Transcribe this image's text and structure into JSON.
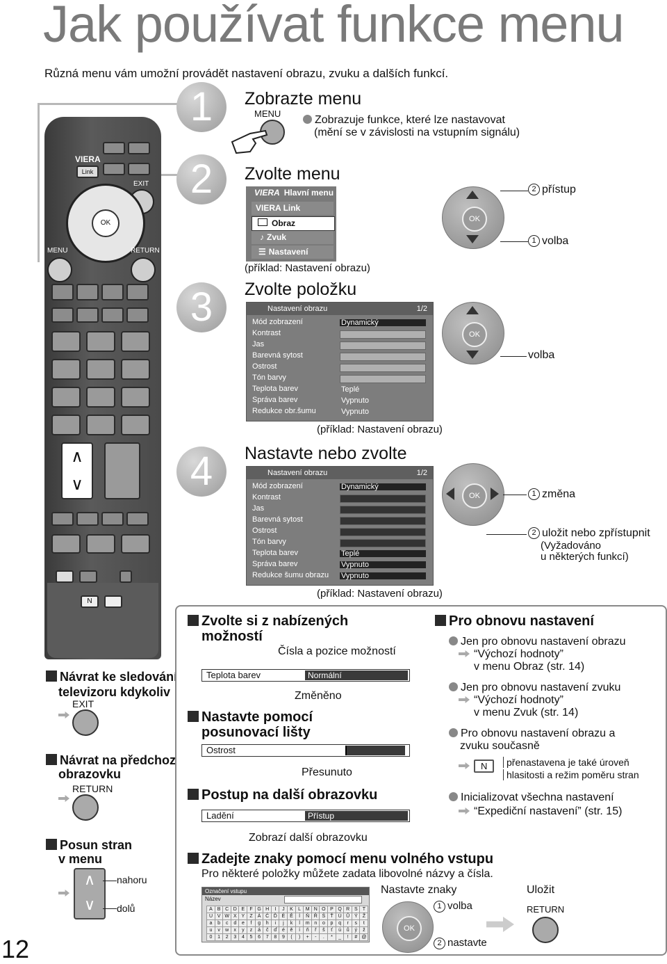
{
  "page_title": "Jak používat funkce menu",
  "intro": "Různá menu vám umožní provádět nastavení obrazu, zvuku a dalších funkcí.",
  "page_number": "12",
  "remote": {
    "brand": "VIERA",
    "link": "Link",
    "exit": "EXIT",
    "ok": "OK",
    "menu": "MENU",
    "return": "RETURN",
    "up": "∧",
    "down": "∨",
    "n": "N"
  },
  "steps": [
    {
      "num": "1",
      "title": "Zobrazte menu",
      "button": "MENU",
      "note_l1": "Zobrazuje funkce, které lze nastavovat",
      "note_l2": "(mění se v závislosti na vstupním signálu)"
    },
    {
      "num": "2",
      "title": "Zvolte menu"
    },
    {
      "num": "3",
      "title": "Zvolte položku"
    },
    {
      "num": "4",
      "title": "Nastavte nebo zvolte"
    }
  ],
  "main_menu": {
    "header": "Hlavní menu",
    "items": [
      "VIERA Link",
      "Obraz",
      "Zvuk",
      "Nastavení"
    ]
  },
  "example_caption": "(příklad: Nastavení obrazu)",
  "step2_labels": {
    "access": "přístup",
    "select": "volba",
    "n1": "1",
    "n2": "2"
  },
  "step3_label": "volba",
  "step4_labels": {
    "change": "změna",
    "save_l1": "uložit nebo zpřístupnit",
    "save_l2": "(Vyžadováno",
    "save_l3": "u některých funkcí)"
  },
  "picture_menu": {
    "header": "Nastavení obrazu",
    "page": "1/2",
    "rows3": [
      "Mód zobrazení",
      "Kontrast",
      "Jas",
      "Barevná sytost",
      "Ostrost",
      "Tón barvy",
      "Teplota barev",
      "Správa barev",
      "Redukce obr.šumu"
    ],
    "rows4": [
      "Mód zobrazení",
      "Kontrast",
      "Jas",
      "Barevná sytost",
      "Ostrost",
      "Tón barvy",
      "Teplota barev",
      "Správa barev",
      "Redukce šumu obrazu"
    ],
    "mode_value": "Dynamický",
    "temp_value": "Teplé",
    "mgmt_value": "Vypnuto",
    "noise_value": "Vypnuto"
  },
  "side": {
    "return_tv_l1": "Návrat ke sledování",
    "return_tv_l2": "televizoru kdykoliv",
    "exit": "EXIT",
    "prev_l1": "Návrat na předchozí",
    "prev_l2": "obrazovku",
    "return": "RETURN",
    "scroll_l1": "Posun stran",
    "scroll_l2": "v menu",
    "up": "nahoru",
    "down": "dolů"
  },
  "options": {
    "title_l1": "Zvolte si z nabízených",
    "title_l2": "možností",
    "caption": "Čísla a pozice možností",
    "field": "Teplota barev",
    "value": "Normální",
    "changed": "Změněno"
  },
  "slider": {
    "title_l1": "Nastavte pomocí",
    "title_l2": "posunovací lišty",
    "field": "Ostrost",
    "moved": "Přesunuto",
    "level": 0.4
  },
  "next": {
    "title": "Postup na další obrazovku",
    "field": "Ladění",
    "value": "Přístup",
    "caption": "Zobrazí další obrazovku"
  },
  "reset": {
    "title": "Pro obnovu nastavení",
    "i1": "Jen pro obnovu nastavení obrazu",
    "i1a": "“Výchozí hodnoty”",
    "i1b": "v menu Obraz (str. 14)",
    "i2": "Jen pro obnovu nastavení zvuku",
    "i2a": "“Výchozí hodnoty”",
    "i2b": "v menu Zvuk (str. 14)",
    "i3": "Pro obnovu nastavení obrazu a",
    "i3b": "zvuku současně",
    "n": "N",
    "n_note_l1": "přenastavena je také úroveň",
    "n_note_l2": "hlasitosti a režim poměru stran",
    "i4": "Inicializovat všechna nastavení",
    "i4a": "“Expediční nastavení” (str. 15)"
  },
  "free_input": {
    "title": "Zadejte znaky pomocí menu volného vstupu",
    "subtitle": "Pro některé položky můžete zadata libovolné názvy a čísla.",
    "set_chars": "Nastavte znaky",
    "save": "Uložit",
    "select": "volba",
    "set": "nastavte",
    "return": "RETURN",
    "ok": "OK",
    "n1": "1",
    "n2": "2",
    "grid_header": "Označení vstupu",
    "grid_name": "Název",
    "grid_rows": [
      "A B C D E F G H I J K L M N O P Q R S T",
      "U V W X Y Z Á Č Ď É Ě Í Ň Ř Š Ť Ú Ů Ý Ž",
      "a b c d e f g h i j k l m n o p q r s t",
      "u v w x y z á č ď é ě í ň ř š ť ú ů ý ž",
      "0 1 2 3 4 5 6 7 8 9 ( ) + - . * _ ! # @"
    ]
  }
}
